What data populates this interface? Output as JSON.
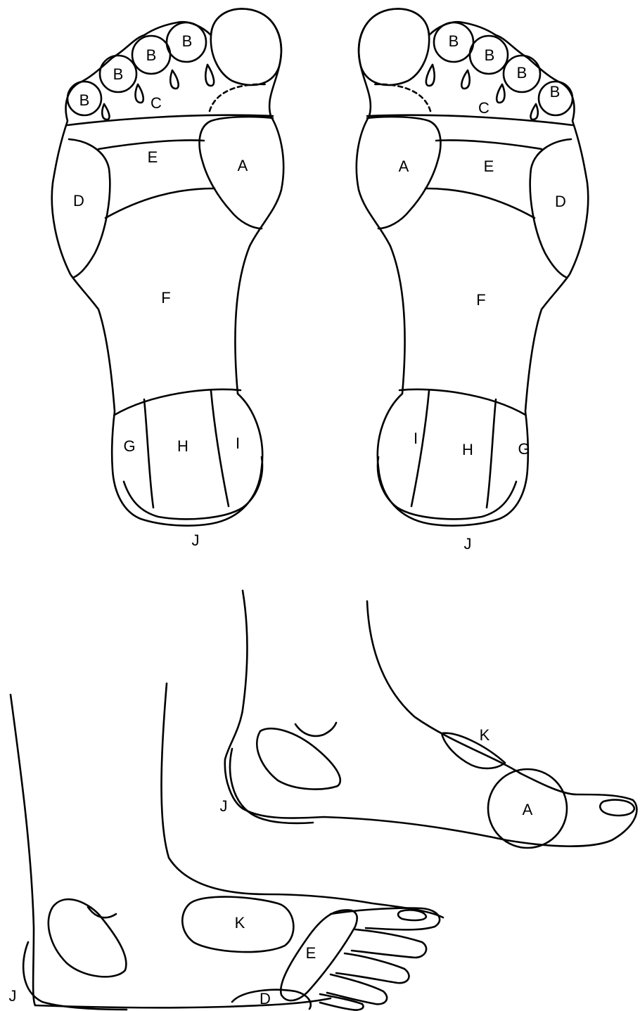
{
  "labels": {
    "a": "A",
    "b": "B",
    "c": "C",
    "d": "D",
    "e": "E",
    "f": "F",
    "g": "G",
    "h": "H",
    "i": "I",
    "j": "J",
    "k": "K"
  },
  "colors": {
    "line": "#000000",
    "background": "#ffffff"
  }
}
